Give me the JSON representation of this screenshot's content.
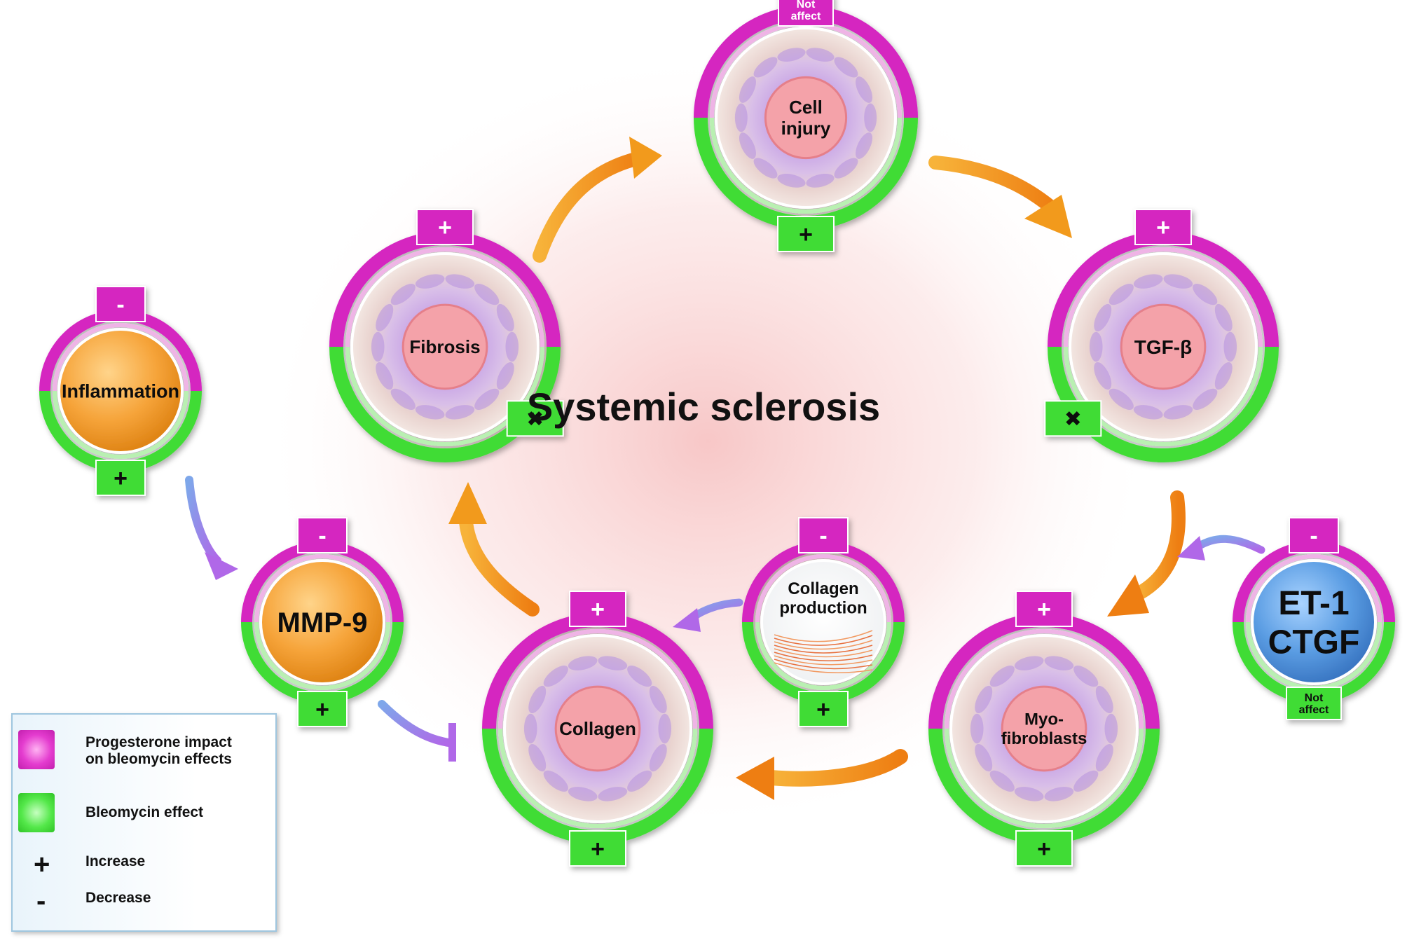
{
  "title": "Systemic sclerosis",
  "colors": {
    "pink": "#d528c0",
    "green": "#41dc36",
    "orange": "#f39a1e",
    "purple": "#9a6be2",
    "blue": "#4b8fd8",
    "center_glow": "#f7c7c7"
  },
  "nodes": {
    "cell_injury": {
      "label_1": "Cell",
      "label_2": "injury",
      "top_tag": "Not affect",
      "top_tag_1": "Not",
      "top_tag_2": "affect",
      "bottom_tag": "+"
    },
    "tgf_beta": {
      "label": "TGF-β",
      "top_tag": "+",
      "bottom_tag": "✖"
    },
    "fibrosis": {
      "label": "Fibrosis",
      "top_tag": "+",
      "bottom_tag": "✖"
    },
    "inflammation": {
      "label": "Inflammation",
      "top_tag": "-",
      "bottom_tag": "+"
    },
    "mmp9": {
      "label": "MMP-9",
      "top_tag": "-",
      "bottom_tag": "+"
    },
    "collagen": {
      "label": "Collagen",
      "top_tag": "+",
      "bottom_tag": "+"
    },
    "collagen_production": {
      "label_1": "Collagen",
      "label_2": "production",
      "top_tag": "-",
      "bottom_tag": "+"
    },
    "myofibroblasts": {
      "label_1": "Myo-",
      "label_2": "fibroblasts",
      "top_tag": "+",
      "bottom_tag": "+"
    },
    "et1_ctgf": {
      "label_1": "ET-1",
      "label_2": "CTGF",
      "top_tag": "-",
      "bottom_tag": "Not affect",
      "bottom_tag_1": "Not",
      "bottom_tag_2": "affect"
    }
  },
  "legend": {
    "progesterone": "Progesterone impact on bleomycin effects",
    "progesterone_1": "Progesterone impact",
    "progesterone_2": "on bleomycin effects",
    "bleomycin": "Bleomycin effect",
    "increase_sign": "+",
    "increase": "Increase",
    "decrease_sign": "-",
    "decrease": "Decrease"
  }
}
